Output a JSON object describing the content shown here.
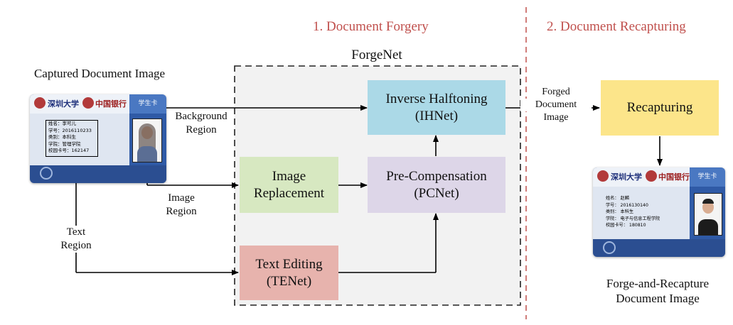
{
  "stages": {
    "forgery": "1. Document Forgery",
    "recapturing": "2. Document Recapturing"
  },
  "forgenet_title": "ForgeNet",
  "captured_title": "Captured Document Image",
  "output_title_line1": "Forge-and-Recapture",
  "output_title_line2": "Document Image",
  "regions": {
    "background_line1": "Background",
    "background_line2": "Region",
    "image_line1": "Image",
    "image_line2": "Region",
    "text_line1": "Text",
    "text_line2": "Region"
  },
  "forged_doc": {
    "line1": "Forged",
    "line2": "Document",
    "line3": "Image"
  },
  "modules": {
    "ihnet": {
      "line1": "Inverse Halftoning",
      "line2": "(IHNet)"
    },
    "pcnet": {
      "line1": "Pre-Compensation",
      "line2": "(PCNet)"
    },
    "replacement": {
      "line1": "Image",
      "line2": "Replacement"
    },
    "tenet": {
      "line1": "Text Editing",
      "line2": "(TENet)"
    },
    "recapturing": {
      "line1": "Recapturing"
    }
  },
  "colors": {
    "ihnet": "#abd9e7",
    "pcnet": "#ddd6e8",
    "replacement": "#d7e8c1",
    "tenet": "#e7b3ad",
    "recapturing": "#fce58a",
    "stage_title": "#c0504d",
    "divider": "#c0504d"
  },
  "card_source": {
    "tab": "学生卡",
    "university": "深圳大学",
    "bank": "中国银行",
    "info": [
      "姓名：李可儿",
      "学号：2016110233",
      "类别：本科生",
      "学院：管理学院",
      "校园卡号：162147"
    ]
  },
  "card_output": {
    "tab": "学生卡",
    "university": "深圳大学",
    "bank": "中国银行",
    "info": [
      "姓名：   赵麟",
      "学号：   2016130140",
      "类别：   本科生",
      "学院：   电子与信息工程学院",
      "校园卡号：   180810"
    ]
  }
}
